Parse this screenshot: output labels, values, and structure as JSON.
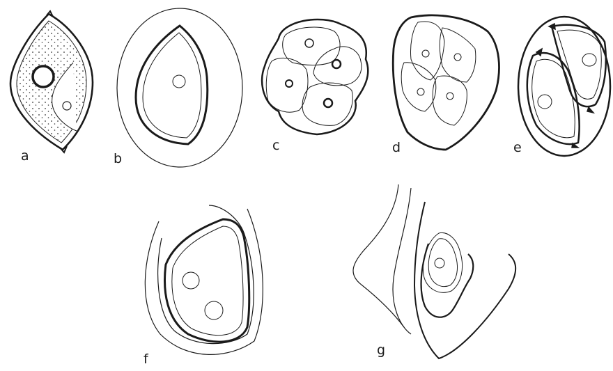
{
  "figure": {
    "panels": [
      {
        "id": "a",
        "label": "a"
      },
      {
        "id": "b",
        "label": "b"
      },
      {
        "id": "c",
        "label": "c"
      },
      {
        "id": "d",
        "label": "d"
      },
      {
        "id": "e",
        "label": "e"
      },
      {
        "id": "f",
        "label": "f"
      },
      {
        "id": "g",
        "label": "g"
      }
    ],
    "line_color": "#1a1a1a",
    "background": "#ffffff"
  }
}
